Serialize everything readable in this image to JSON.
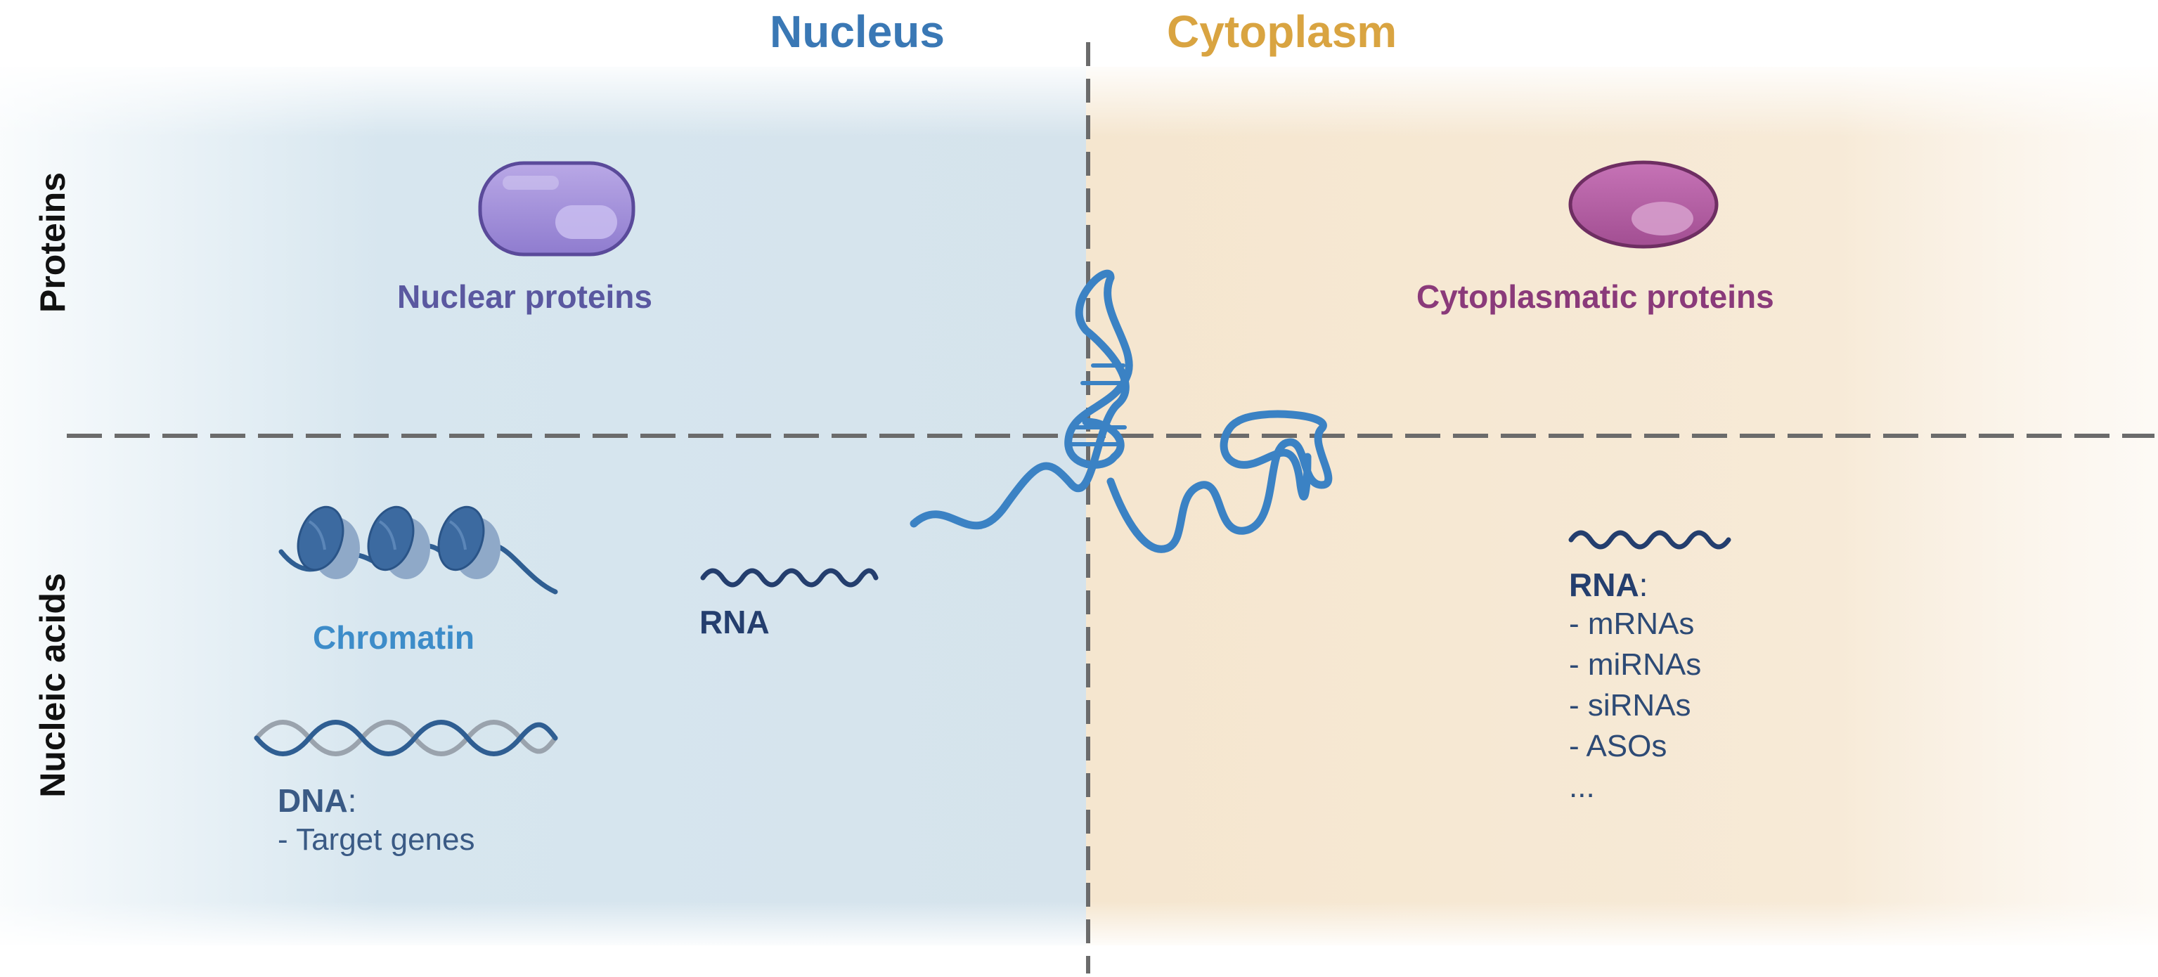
{
  "headers": {
    "nucleus": "Nucleus",
    "cytoplasm": "Cytoplasm"
  },
  "row_labels": {
    "proteins": "Proteins",
    "nucleic_acids": "Nucleic acids"
  },
  "nucleus": {
    "protein_label": "Nuclear proteins",
    "chromatin_label": "Chromatin",
    "rna_label": "RNA",
    "dna_label": "DNA",
    "dna_colon": ":",
    "dna_items": [
      "- Target genes"
    ]
  },
  "cytoplasm": {
    "protein_label": "Cytoplasmatic proteins",
    "rna_label": "RNA",
    "rna_colon": ":",
    "rna_items": [
      "- mRNAs",
      "- miRNAs",
      "- siRNAs",
      "- ASOs",
      "..."
    ]
  },
  "colors": {
    "nucleus": "#3a78b5",
    "cytoplasm": "#d9a441",
    "nuclear_protein": "#5a58a0",
    "cytoplasmic_protein": "#8a3a7a",
    "chromatin_text": "#3d8cc9",
    "rna_dark": "#243e6e",
    "dna_text": "#3a5a85"
  }
}
